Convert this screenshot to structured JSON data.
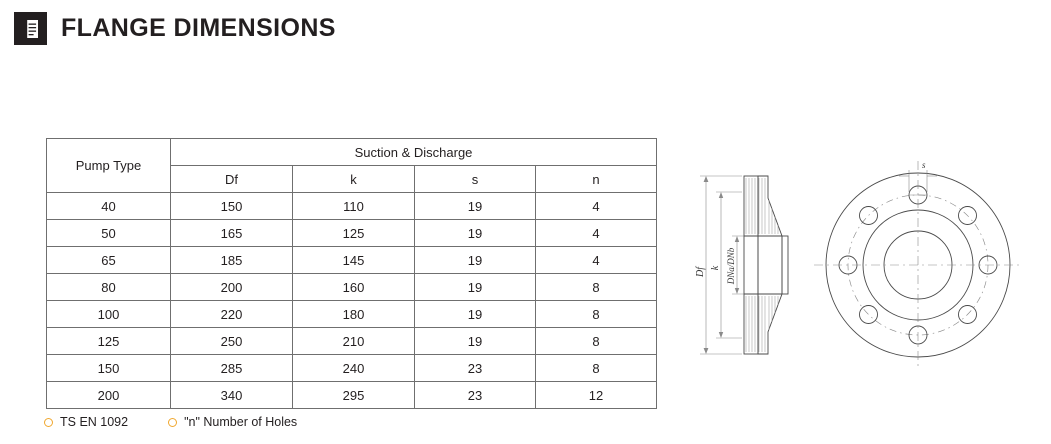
{
  "header": {
    "title": "FLANGE DIMENSIONS",
    "icon": "document-icon"
  },
  "table": {
    "group_header": "Suction & Discharge",
    "pump_type_header": "Pump Type",
    "sub_headers": [
      "Df",
      "k",
      "s",
      "n"
    ],
    "rows": [
      {
        "type": "40",
        "df": "150",
        "k": "110",
        "s": "19",
        "n": "4"
      },
      {
        "type": "50",
        "df": "165",
        "k": "125",
        "s": "19",
        "n": "4"
      },
      {
        "type": "65",
        "df": "185",
        "k": "145",
        "s": "19",
        "n": "4"
      },
      {
        "type": "80",
        "df": "200",
        "k": "160",
        "s": "19",
        "n": "8"
      },
      {
        "type": "100",
        "df": "220",
        "k": "180",
        "s": "19",
        "n": "8"
      },
      {
        "type": "125",
        "df": "250",
        "k": "210",
        "s": "19",
        "n": "8"
      },
      {
        "type": "150",
        "df": "285",
        "k": "240",
        "s": "23",
        "n": "8"
      },
      {
        "type": "200",
        "df": "340",
        "k": "295",
        "s": "23",
        "n": "12"
      }
    ]
  },
  "legend": {
    "items": [
      {
        "label": "TS EN 1092"
      },
      {
        "label": "\"n\" Number of Holes"
      }
    ],
    "marker_color": "#f0a830"
  },
  "drawing": {
    "labels": {
      "s": "s",
      "df": "Df",
      "k": "k",
      "dn": "DNa/DNb"
    }
  }
}
